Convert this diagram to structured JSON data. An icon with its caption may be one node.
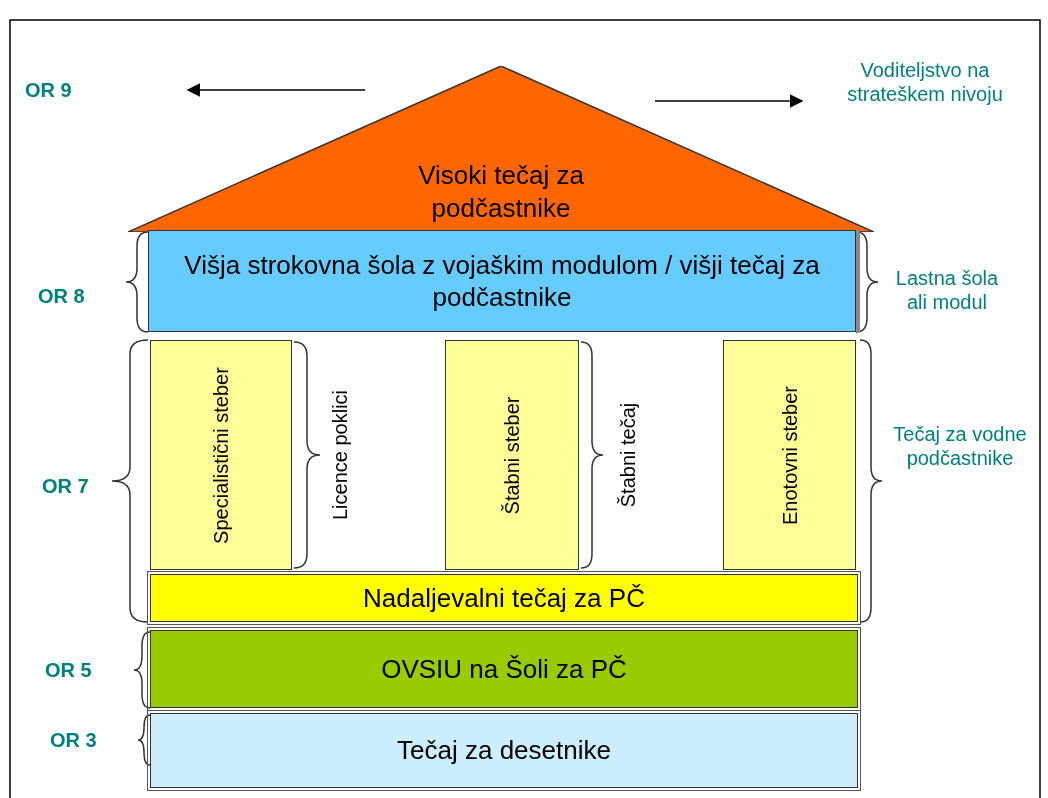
{
  "diagram": {
    "nodes": [
      {
        "text": [
          "Visoki tečaj za podčastnike"
        ]
      },
      {
        "text": [
          "Višja strokovna šola z vojaškim modulom / višji tečaj za podčastnike"
        ]
      },
      {
        "text": [
          "Specialistični steber"
        ]
      },
      {
        "text": [
          "Štabni steber"
        ]
      },
      {
        "text": [
          "Enotovni steber"
        ]
      },
      {
        "text": [
          "Nadaljevalni tečaj za PČ"
        ]
      },
      {
        "text": [
          "OVSIU na Šoli za PČ"
        ]
      },
      {
        "text": [
          "Tečaj za desetnike"
        ]
      }
    ],
    "edges": [],
    "labels": [
      "OR 9",
      "Voditeljstvo na strateškem nivoju",
      "OR 8",
      "Lastna šola ali modul",
      "Licence poklici",
      "Štabni tečaj",
      "OR 7",
      "Tečaj za vodne podčastnike",
      "OR 5",
      "OR 3"
    ]
  }
}
